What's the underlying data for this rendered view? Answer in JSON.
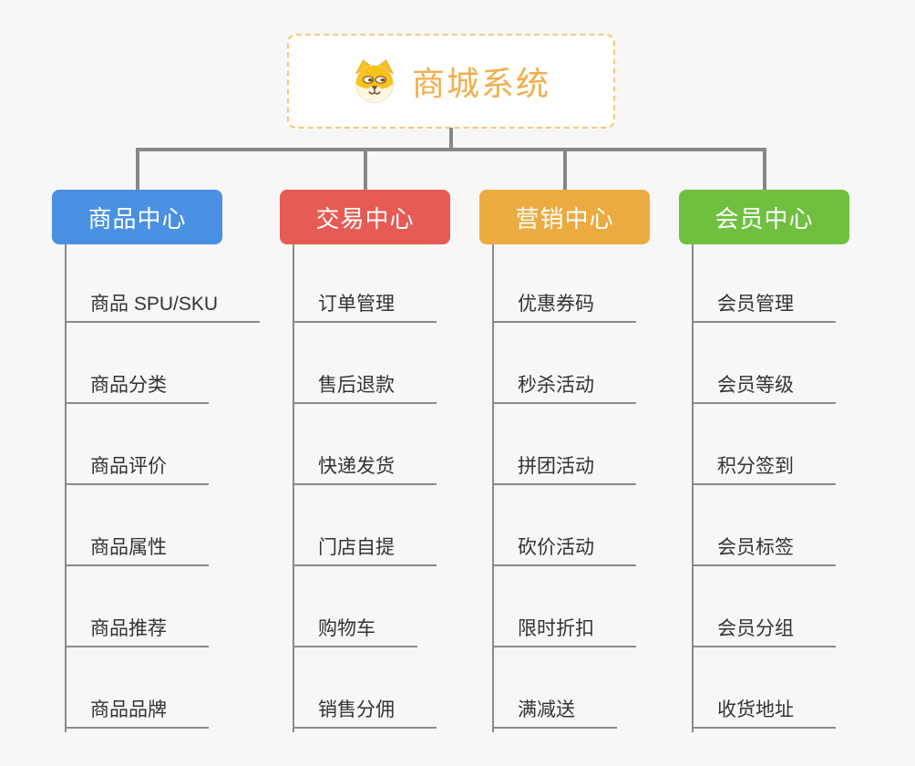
{
  "canvas": {
    "background_color": "#f7f7f7",
    "connector_color": "#878787"
  },
  "root": {
    "label": "商城系统",
    "icon": "dog-face-icon",
    "text_color": "#f1ae4b",
    "border_color": "#f7c778",
    "background_color": "#ffffff"
  },
  "branches": [
    {
      "label": "商品中心",
      "color": "#4a90e2",
      "children": [
        "商品 SPU/SKU",
        "商品分类",
        "商品评价",
        "商品属性",
        "商品推荐",
        "商品品牌"
      ]
    },
    {
      "label": "交易中心",
      "color": "#e65b54",
      "children": [
        "订单管理",
        "售后退款",
        "快递发货",
        "门店自提",
        "购物车",
        "销售分佣"
      ]
    },
    {
      "label": "营销中心",
      "color": "#ebab40",
      "children": [
        "优惠券码",
        "秒杀活动",
        "拼团活动",
        "砍价活动",
        "限时折扣",
        "满减送"
      ]
    },
    {
      "label": "会员中心",
      "color": "#70c040",
      "children": [
        "会员管理",
        "会员等级",
        "积分签到",
        "会员标签",
        "会员分组",
        "收货地址"
      ]
    }
  ]
}
